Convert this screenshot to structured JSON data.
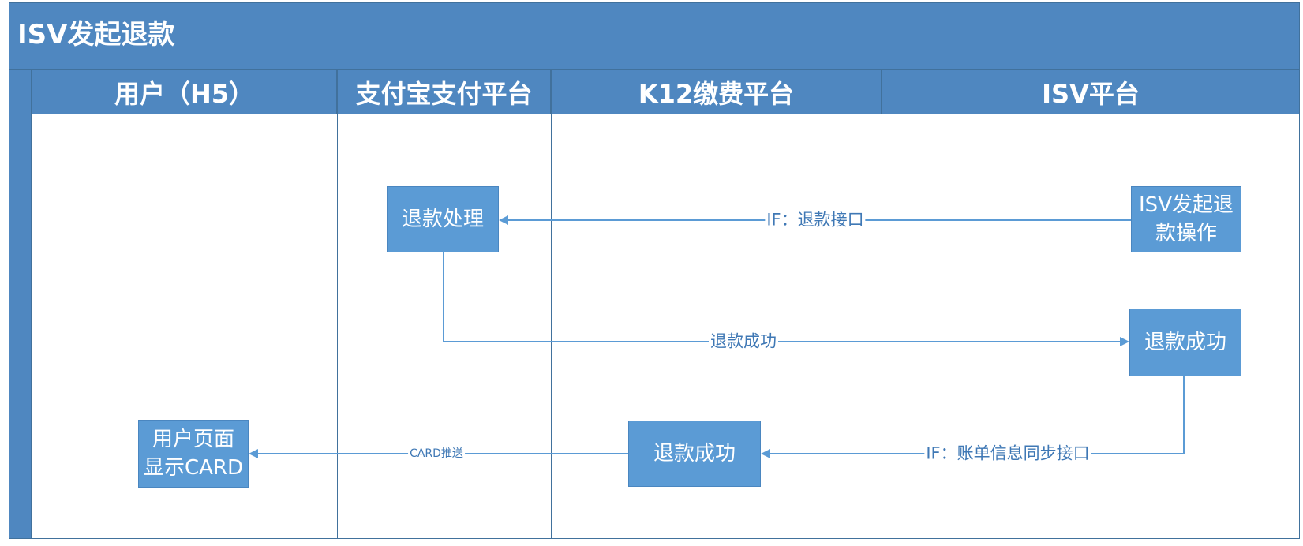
{
  "pool": {
    "title": "ISV发起退款"
  },
  "lanes": [
    {
      "label": "用户（H5）"
    },
    {
      "label": "支付宝支付平台"
    },
    {
      "label": "K12缴费平台"
    },
    {
      "label": "ISV平台"
    }
  ],
  "nodes": {
    "isv_refund_op": {
      "line1": "ISV发起退",
      "line2": "款操作"
    },
    "alipay_refund_process": {
      "text": "退款处理"
    },
    "isv_refund_success": {
      "text": "退款成功"
    },
    "k12_refund_success": {
      "text": "退款成功"
    },
    "user_page_card": {
      "line1": "用户页面",
      "line2": "显示CARD"
    }
  },
  "flows": {
    "refund_interface": "IF：退款接口",
    "refund_success": "退款成功",
    "bill_sync_interface": "IF：账单信息同步接口",
    "card_push": "CARD推送"
  },
  "colors": {
    "header_fill": "#4f87c0",
    "box_fill": "#5b9bd5",
    "connector": "#5b9bd5",
    "label_text": "#3f78b5"
  }
}
